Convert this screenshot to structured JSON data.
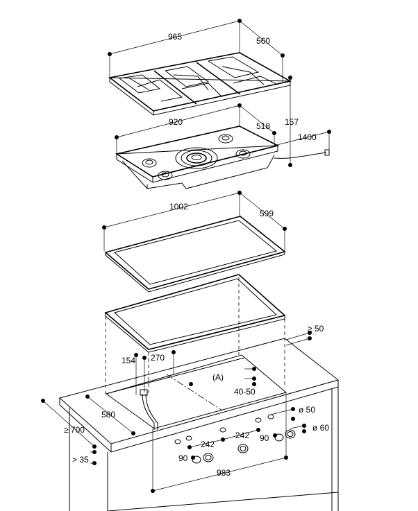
{
  "dimensions": {
    "grate_width": "965",
    "grate_depth": "560",
    "height_total": "157",
    "hob_width": "920",
    "hob_depth": "518",
    "cable_length": "1400",
    "frame_width": "1002",
    "frame_depth": "599",
    "side_clearance": "≥ 50",
    "cutout_offset_1": "154",
    "cutout_offset_2": "270",
    "marker_a": "(A)",
    "worktop_depth_range": "40-50",
    "cutout_depth": "580",
    "counter_depth": "≥ 700",
    "front_clearance": "> 35",
    "knob_dia_1": "ø 50",
    "knob_dia_2": "ø 60",
    "knob_spacing_1": "242",
    "knob_spacing_2": "242",
    "knob_height_1": "90",
    "knob_height_2": "90",
    "cutout_width": "983"
  }
}
